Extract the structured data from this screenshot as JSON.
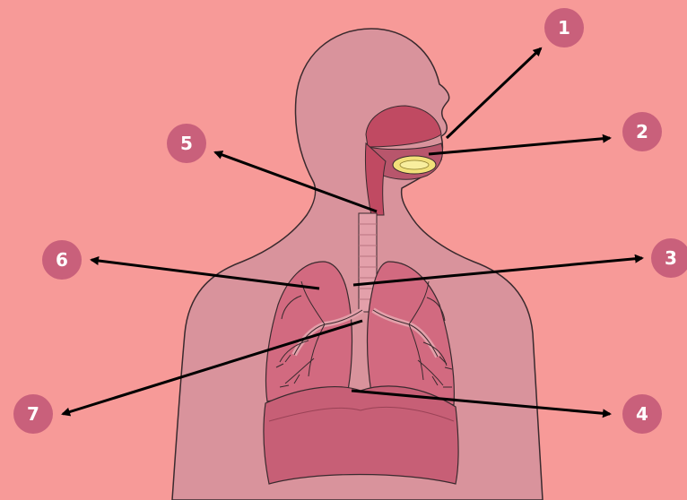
{
  "diagram": {
    "colors": {
      "background": "#f79a98",
      "body": "#d9939c",
      "outline": "#3a2a2e",
      "lung": "#d26a80",
      "lung_dark": "#b8566c",
      "airway": "#e3a0aa",
      "mouth": "#c04a62",
      "teeth_gum": "#f2e07a",
      "badge": "#c9607b",
      "arrow": "#000000"
    },
    "labels": [
      {
        "id": "1",
        "text": "1"
      },
      {
        "id": "2",
        "text": "2"
      },
      {
        "id": "3",
        "text": "3"
      },
      {
        "id": "4",
        "text": "4"
      },
      {
        "id": "5",
        "text": "5"
      },
      {
        "id": "6",
        "text": "6"
      },
      {
        "id": "7",
        "text": "7"
      }
    ]
  }
}
